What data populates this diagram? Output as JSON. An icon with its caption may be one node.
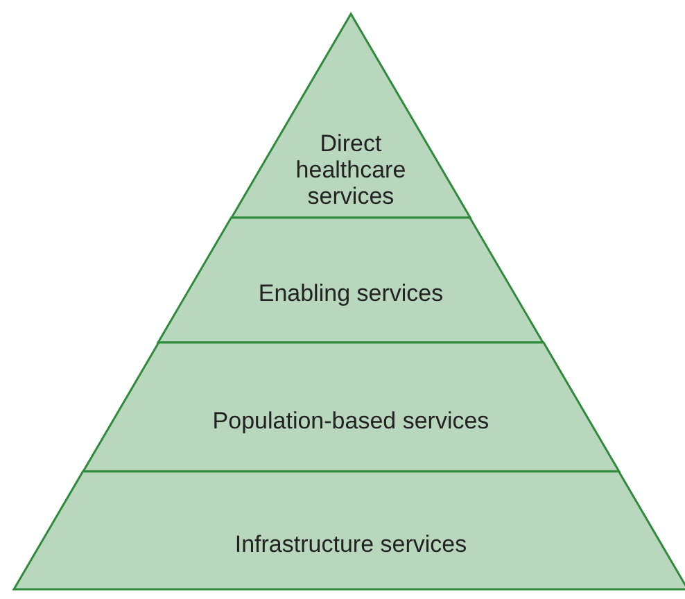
{
  "diagram": {
    "nodes": [
      {
        "text": [
          "Direct healthcare services"
        ]
      },
      {
        "text": [
          "Enabling services"
        ]
      },
      {
        "text": [
          "Population-based services"
        ]
      },
      {
        "text": [
          "Infrastructure services"
        ]
      }
    ]
  }
}
